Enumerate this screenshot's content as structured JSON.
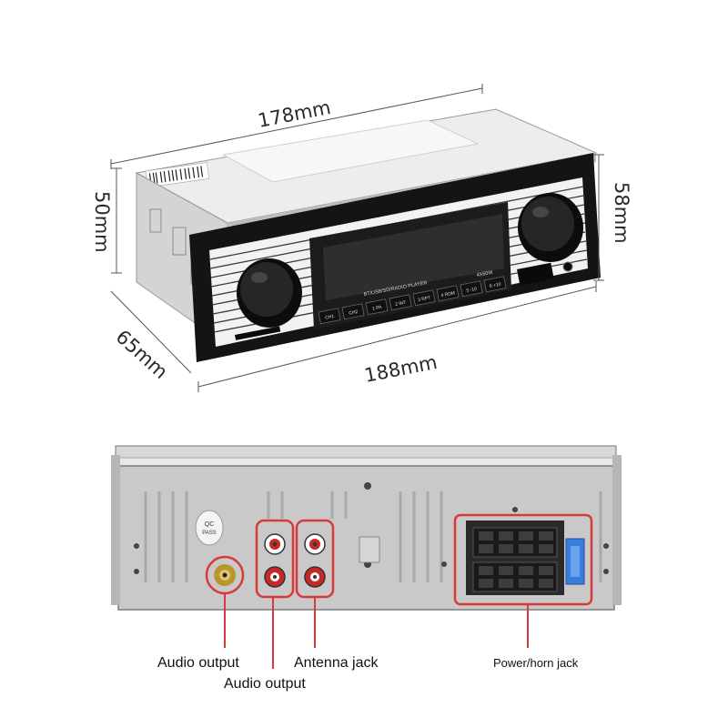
{
  "dimensions": {
    "top_width": "178mm",
    "front_width": "188mm",
    "left_height": "50mm",
    "right_height": "58mm",
    "depth": "65mm"
  },
  "front_panel": {
    "model_text": "BT/USB/SD/RADIO PLAYER",
    "power_text": "4X60W",
    "preset_labels": [
      "CH1",
      "CH2",
      "1 PA",
      "2 INT",
      "3 RPT",
      "4 RDM",
      "5 -10",
      "6 +10"
    ]
  },
  "rear_panel": {
    "qc_stamp": [
      "QC",
      "PASS"
    ]
  },
  "labels": {
    "audio_output_1": "Audio output",
    "audio_output_2": "Audio output",
    "antenna_jack": "Antenna jack",
    "power_horn_jack": "Power/horn jack"
  },
  "colors": {
    "callout_red": "#d63a3a",
    "faceplate": "#1a1a1a",
    "lcd": "#2b2b2b",
    "chassis": "#c9c9c9",
    "fuse_blue": "#3a7de0",
    "gold_jack": "#b8952e"
  }
}
